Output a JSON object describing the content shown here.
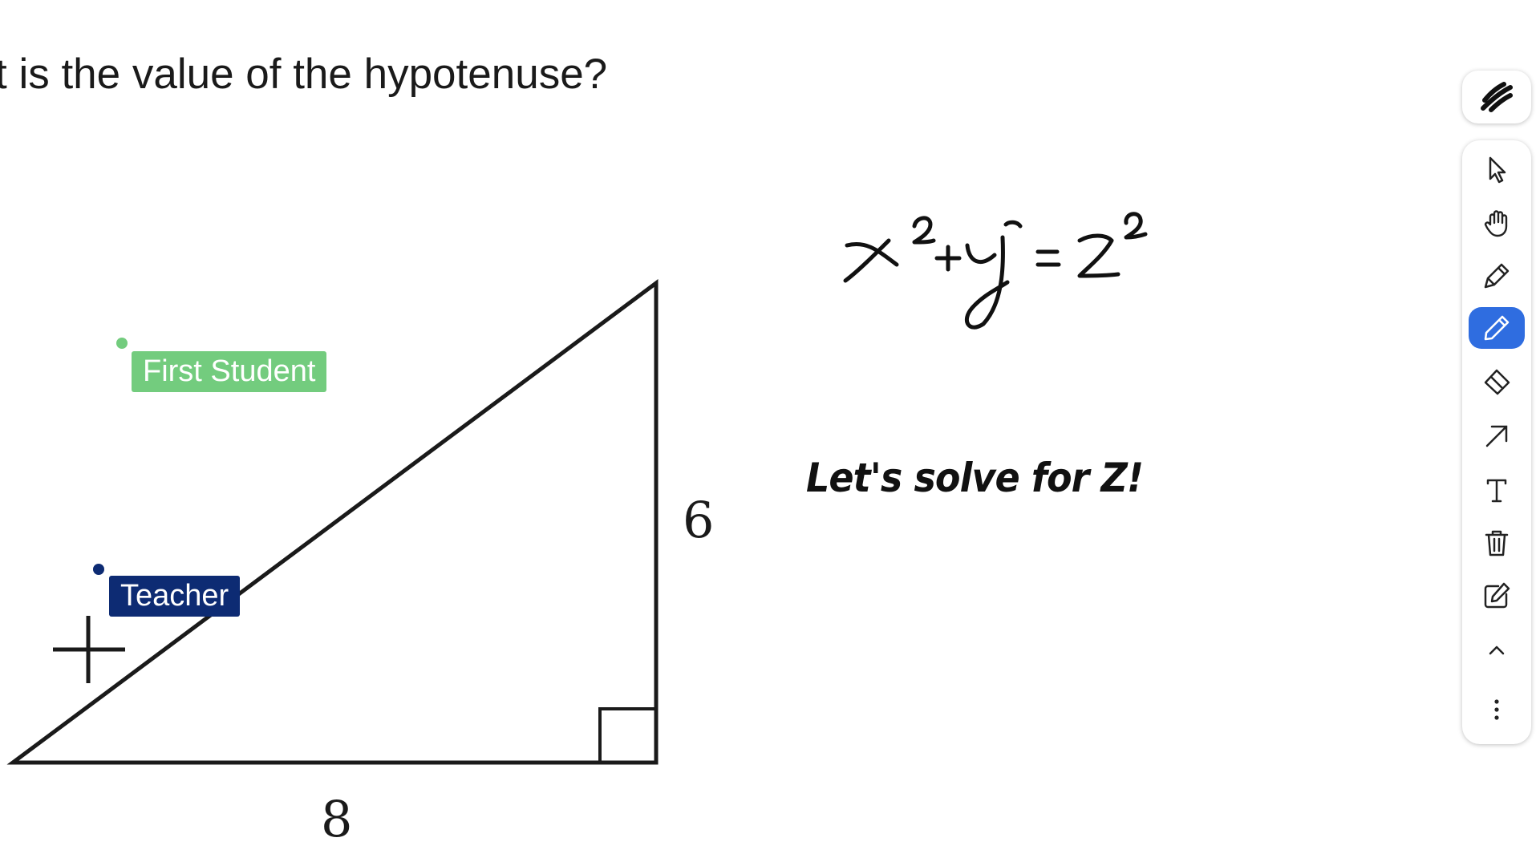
{
  "question": {
    "text": "t is the value of the hypotenuse?"
  },
  "triangle": {
    "side_vertical_label": "6",
    "side_horizontal_label": "8"
  },
  "annotations": {
    "equation": "x²+y²=z²",
    "note": "Let's solve for Z!"
  },
  "cursors": [
    {
      "name": "First Student",
      "color": "#73cc7e"
    },
    {
      "name": "Teacher",
      "color": "#0d2b73"
    }
  ],
  "toolbar": {
    "logo": "app-logo-icon",
    "active_tool": "pen",
    "accent": "#2f6de0",
    "tools": [
      {
        "id": "select",
        "icon": "pointer-icon"
      },
      {
        "id": "pan",
        "icon": "hand-icon"
      },
      {
        "id": "highlighter",
        "icon": "marker-icon"
      },
      {
        "id": "pen",
        "icon": "pencil-icon"
      },
      {
        "id": "eraser",
        "icon": "eraser-icon"
      },
      {
        "id": "arrow",
        "icon": "arrow-icon"
      },
      {
        "id": "text",
        "icon": "text-icon"
      },
      {
        "id": "delete",
        "icon": "trash-icon"
      },
      {
        "id": "edit",
        "icon": "edit-icon"
      },
      {
        "id": "collapse",
        "icon": "chevron-up-icon"
      },
      {
        "id": "more",
        "icon": "more-vertical-icon"
      }
    ]
  }
}
